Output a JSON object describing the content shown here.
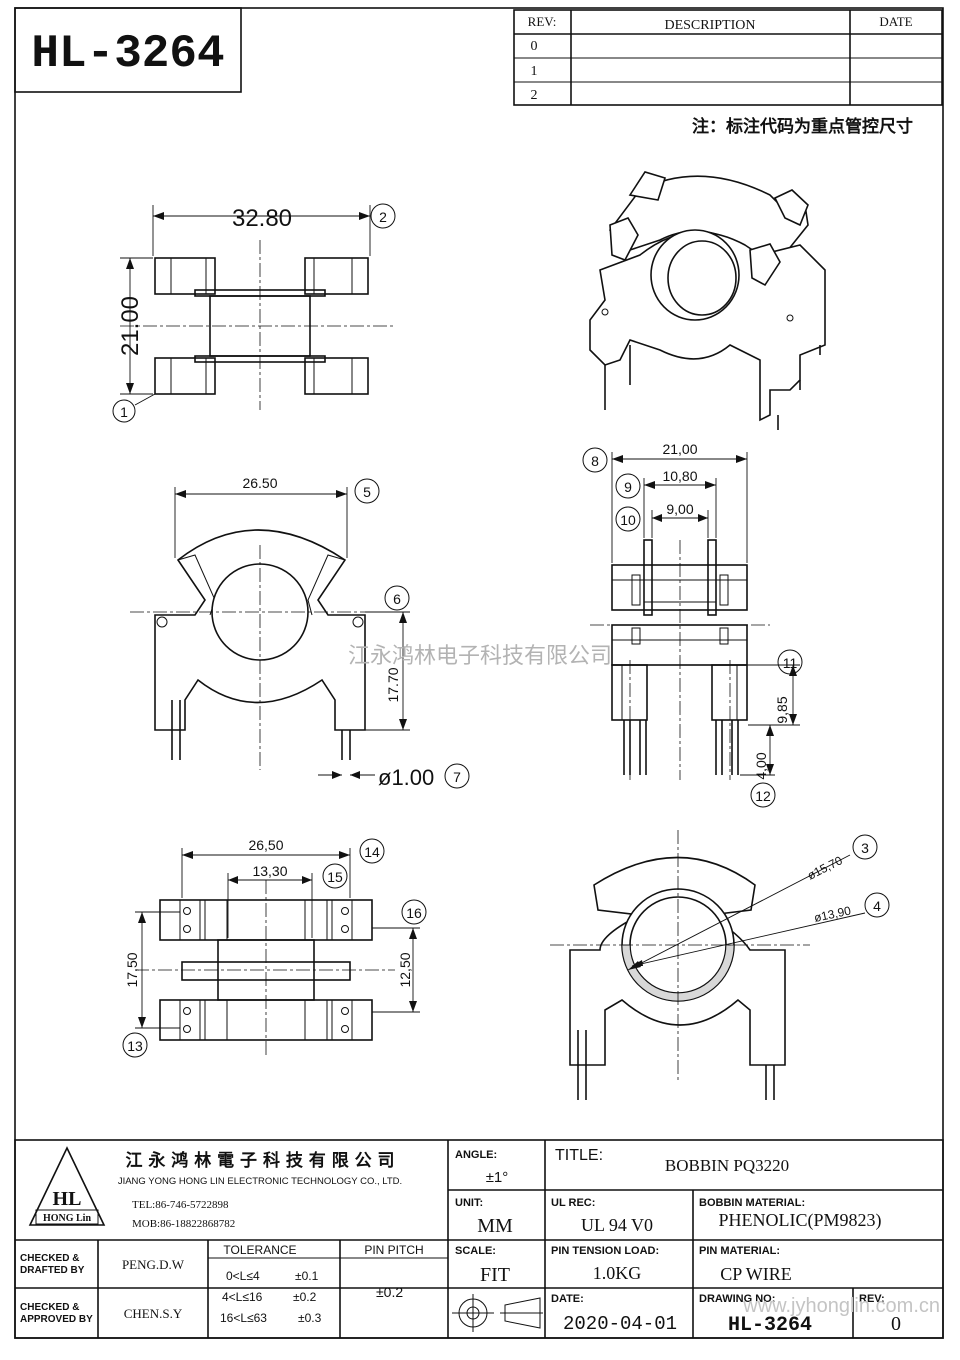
{
  "part_number": "HL-3264",
  "revision_table": {
    "headers": {
      "rev": "REV:",
      "description": "DESCRIPTION",
      "date": "DATE"
    },
    "rows": [
      "0",
      "1",
      "2"
    ]
  },
  "note": "注：标注代码为重点管控尺寸",
  "watermark_cn": "江永鸿林电子科技有限公司",
  "watermark_url": "www.jyhonglin.com.cn",
  "views": {
    "top": {
      "width": "32.80",
      "height": "21.00",
      "callouts": [
        "1",
        "2"
      ]
    },
    "front": {
      "width": "26.50",
      "height": "17.70",
      "pin_dia": "ø1.00",
      "callouts": [
        "5",
        "6",
        "7"
      ]
    },
    "side": {
      "d21": "21,00",
      "d108": "10,80",
      "d9": "9,00",
      "d985": "9,85",
      "d4": "4,00",
      "callouts": [
        "8",
        "9",
        "10",
        "11",
        "12"
      ]
    },
    "bottom": {
      "d265": "26,50",
      "d133": "13,30",
      "d175": "17,50",
      "d125": "12,50",
      "callouts": [
        "13",
        "14",
        "15",
        "16"
      ]
    },
    "section": {
      "d157": "ø15,70",
      "d139": "ø13,90",
      "callouts": [
        "3",
        "4"
      ]
    }
  },
  "title_block": {
    "company_cn": "江 永 鸿 林 電 子 科 技 有 限 公 司",
    "company_en": "JIANG YONG HONG LIN ELECTRONIC TECHNOLOGY CO., LTD.",
    "logo_text": "HL",
    "logo_sub": "HONG Lin",
    "tel": "TEL:86-746-5722898",
    "mob": "MOB:86-18822868782",
    "angle_label": "ANGLE:",
    "angle_value": "±1°",
    "title_label": "TITLE:",
    "title_value": "BOBBIN  PQ3220",
    "unit_label": "UNIT:",
    "unit_value": "MM",
    "ulrec_label": "UL REC:",
    "ulrec_value": "UL 94 V0",
    "bobbin_material_label": "BOBBIN MATERIAL:",
    "bobbin_material_value": "PHENOLIC(PM9823)",
    "scale_label": "SCALE:",
    "scale_value": "FIT",
    "pin_tension_label": "PIN TENSION LOAD:",
    "pin_tension_value": "1.0KG",
    "pin_material_label": "PIN MATERIAL:",
    "pin_material_value": "CP WIRE",
    "checked_drafted_label": "CHECKED &\nDRAFTED BY",
    "checked_drafted_1": "CHECKED &",
    "checked_drafted_2": "DRAFTED BY",
    "drafted_by": "PENG.D.W",
    "checked_approved_1": "CHECKED &",
    "checked_approved_2": "APPROVED BY",
    "approved_by": "CHEN.S.Y",
    "tolerance_label": "TOLERANCE",
    "tolerance_rows": [
      {
        "range": "0<L≤4",
        "value": "±0.1"
      },
      {
        "range": "4<L≤16",
        "value": "±0.2"
      },
      {
        "range": "16<L≤63",
        "value": "±0.3"
      }
    ],
    "pin_pitch_label": "PIN PITCH",
    "pin_pitch_value": "±0.2",
    "date_label": "DATE:",
    "date_value": "2020-04-01",
    "drawing_no_label": "DRAWING NO:",
    "drawing_no_value": "HL-3264",
    "rev_label": "REV:",
    "rev_value": "0"
  }
}
